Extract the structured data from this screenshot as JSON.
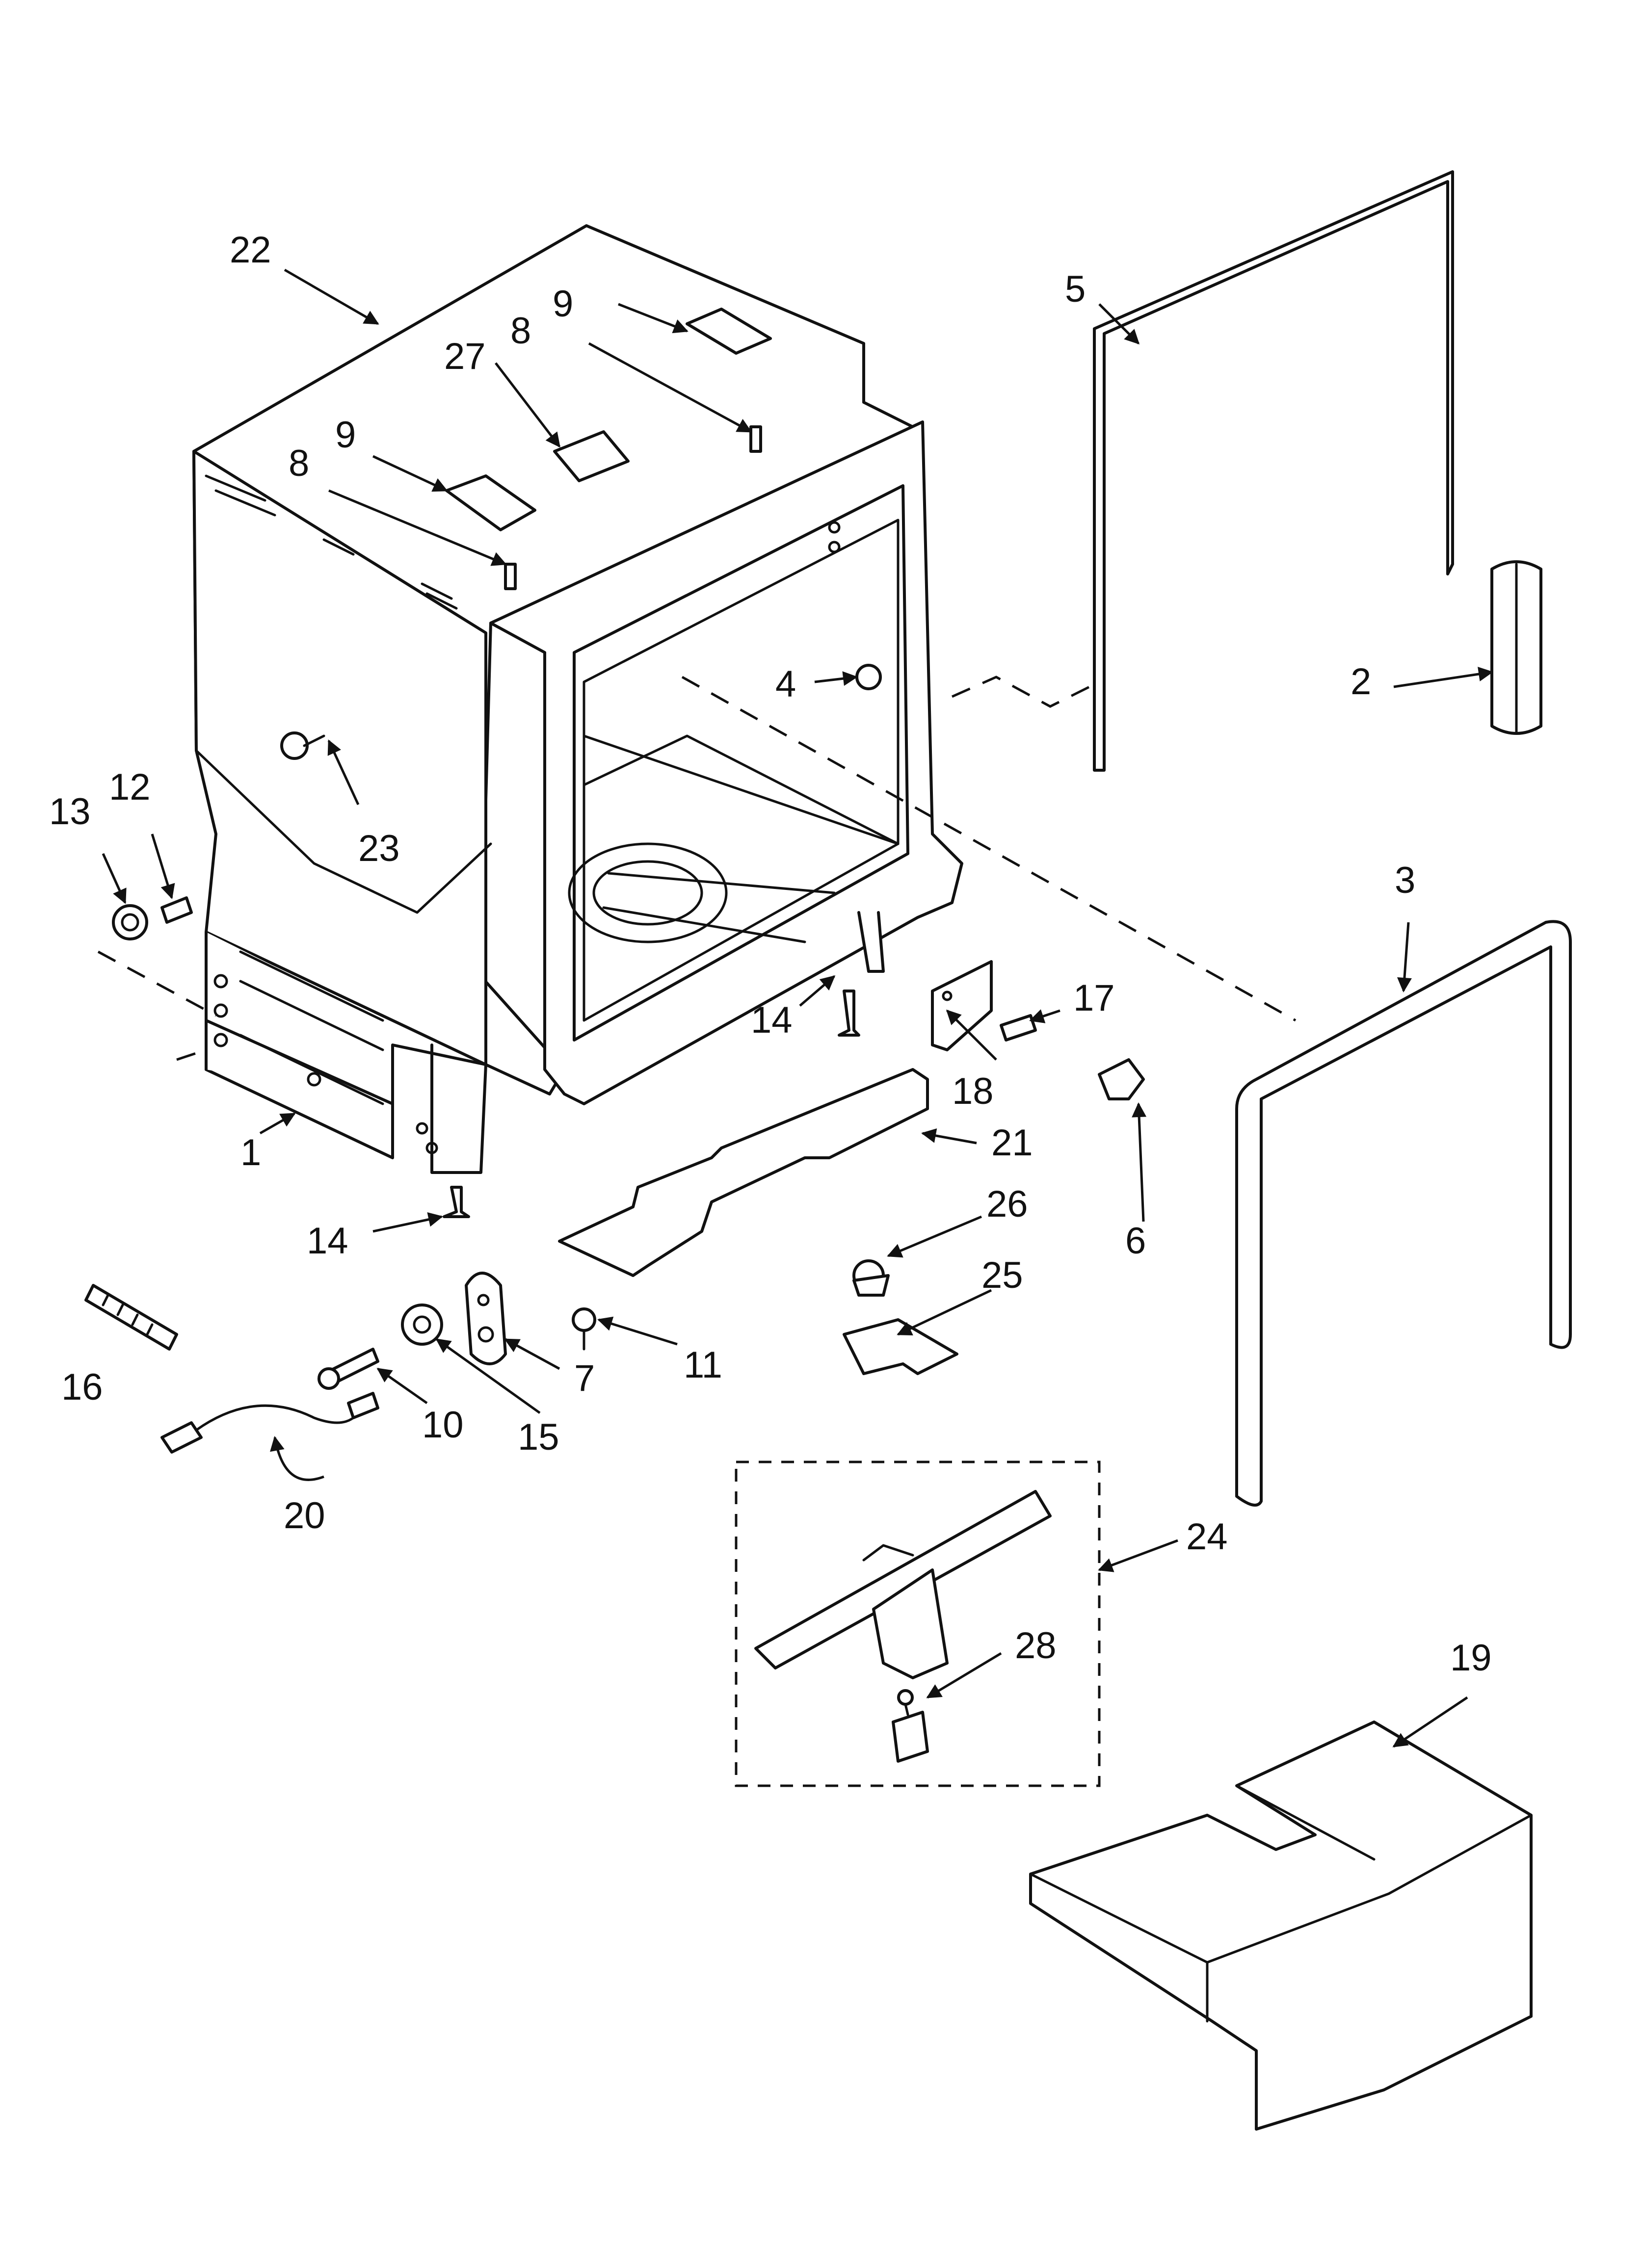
{
  "diagram": {
    "colors": {
      "line": "#111111",
      "background": "#ffffff"
    },
    "parts": [
      {
        "id": "p1",
        "label": "1"
      },
      {
        "id": "p2",
        "label": "2"
      },
      {
        "id": "p3",
        "label": "3"
      },
      {
        "id": "p4",
        "label": "4"
      },
      {
        "id": "p5",
        "label": "5"
      },
      {
        "id": "p6",
        "label": "6"
      },
      {
        "id": "p7",
        "label": "7"
      },
      {
        "id": "p8a",
        "label": "8"
      },
      {
        "id": "p8b",
        "label": "8"
      },
      {
        "id": "p9a",
        "label": "9"
      },
      {
        "id": "p9b",
        "label": "9"
      },
      {
        "id": "p10",
        "label": "10"
      },
      {
        "id": "p11",
        "label": "11"
      },
      {
        "id": "p12",
        "label": "12"
      },
      {
        "id": "p13",
        "label": "13"
      },
      {
        "id": "p14a",
        "label": "14"
      },
      {
        "id": "p14b",
        "label": "14"
      },
      {
        "id": "p15",
        "label": "15"
      },
      {
        "id": "p16",
        "label": "16"
      },
      {
        "id": "p17",
        "label": "17"
      },
      {
        "id": "p18",
        "label": "18"
      },
      {
        "id": "p19",
        "label": "19"
      },
      {
        "id": "p20",
        "label": "20"
      },
      {
        "id": "p21",
        "label": "21"
      },
      {
        "id": "p22",
        "label": "22"
      },
      {
        "id": "p23",
        "label": "23"
      },
      {
        "id": "p24",
        "label": "24"
      },
      {
        "id": "p25",
        "label": "25"
      },
      {
        "id": "p26",
        "label": "26"
      },
      {
        "id": "p27",
        "label": "27"
      },
      {
        "id": "p28",
        "label": "28"
      }
    ]
  }
}
